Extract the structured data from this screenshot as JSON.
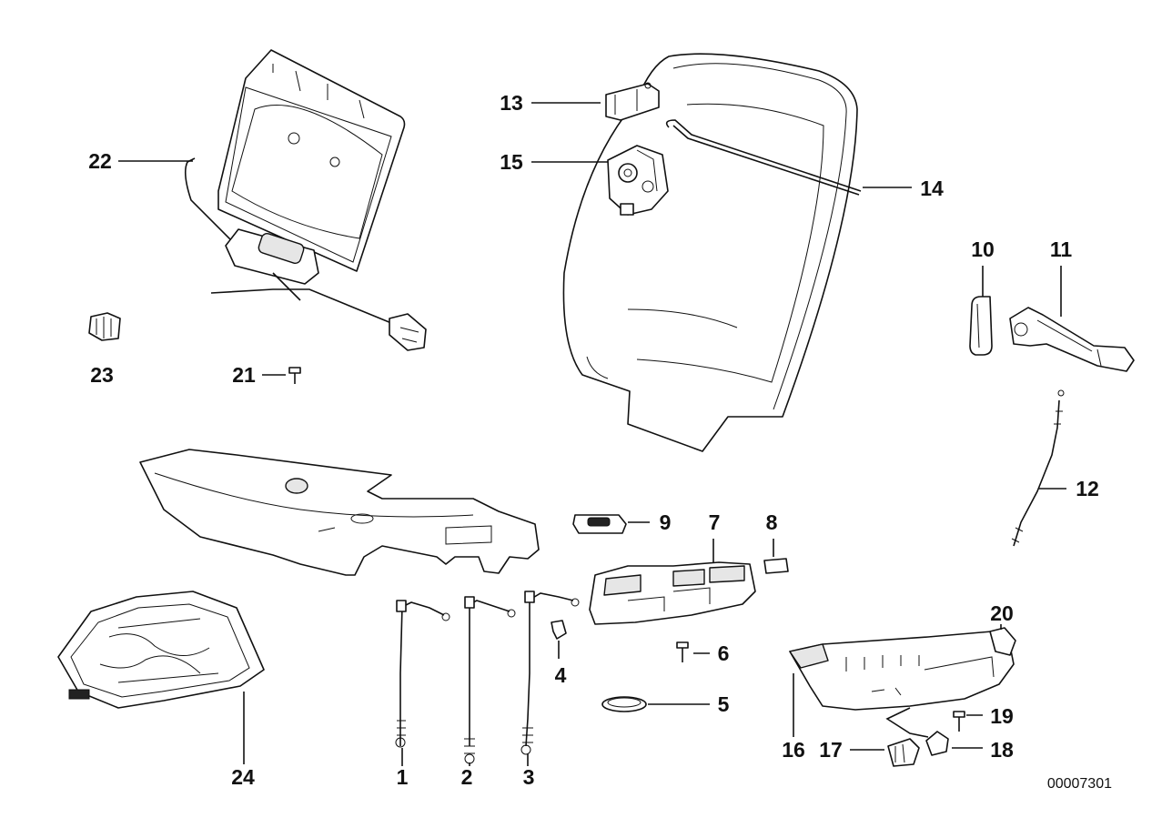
{
  "callouts": [
    {
      "id": "c1",
      "text": "1"
    },
    {
      "id": "c2",
      "text": "2"
    },
    {
      "id": "c3",
      "text": "3"
    },
    {
      "id": "c4",
      "text": "4"
    },
    {
      "id": "c5",
      "text": "5"
    },
    {
      "id": "c6",
      "text": "6"
    },
    {
      "id": "c7",
      "text": "7"
    },
    {
      "id": "c8",
      "text": "8"
    },
    {
      "id": "c9",
      "text": "9"
    },
    {
      "id": "c10",
      "text": "10"
    },
    {
      "id": "c11",
      "text": "11"
    },
    {
      "id": "c12",
      "text": "12"
    },
    {
      "id": "c13",
      "text": "13"
    },
    {
      "id": "c14",
      "text": "14"
    },
    {
      "id": "c15",
      "text": "15"
    },
    {
      "id": "c16",
      "text": "16"
    },
    {
      "id": "c17",
      "text": "17"
    },
    {
      "id": "c18",
      "text": "18"
    },
    {
      "id": "c19",
      "text": "19"
    },
    {
      "id": "c20",
      "text": "20"
    },
    {
      "id": "c21",
      "text": "21"
    },
    {
      "id": "c22",
      "text": "22"
    },
    {
      "id": "c23",
      "text": "23"
    },
    {
      "id": "c24",
      "text": "24"
    }
  ],
  "image_code": "00007301"
}
